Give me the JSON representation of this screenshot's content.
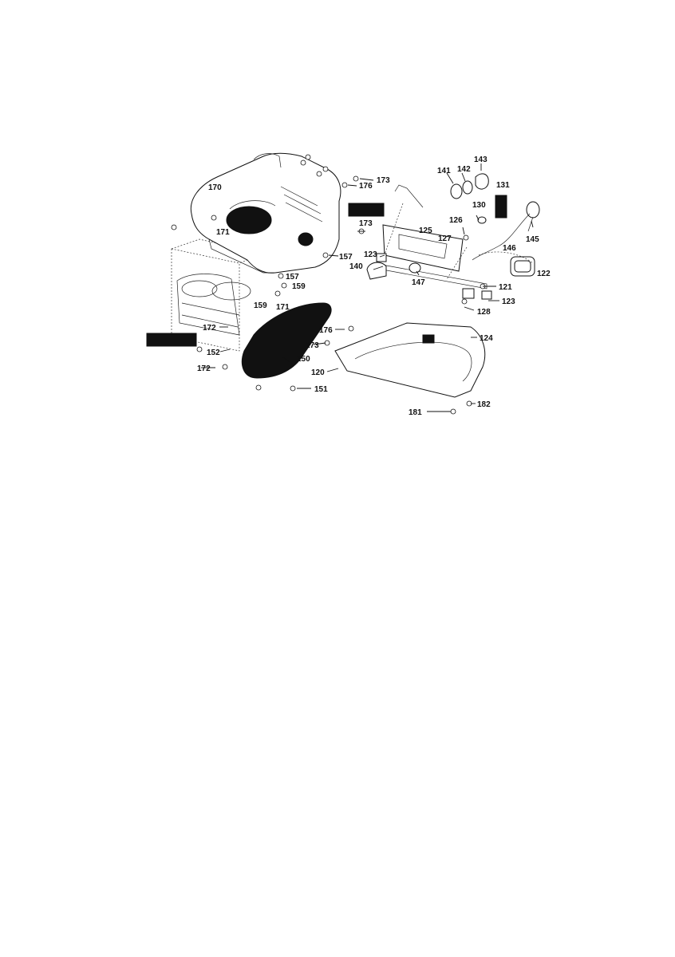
{
  "labels": {
    "l170": "170",
    "l171a": "171",
    "l171b": "171",
    "l173a": "173",
    "l173b": "173",
    "l173c": "173",
    "l176a": "176",
    "l176b": "176",
    "l157a": "157",
    "l157b": "157",
    "l159a": "159",
    "l159b": "159",
    "l172a": "172",
    "l172b": "172",
    "l152": "152",
    "l150": "150",
    "l151": "151",
    "l141": "141",
    "l142": "142",
    "l143": "143",
    "l131": "131",
    "l130": "130",
    "l126": "126",
    "l127": "127",
    "l125": "125",
    "l123a": "123",
    "l123b": "123",
    "l140": "140",
    "l147": "147",
    "l145": "145",
    "l146": "146",
    "l122": "122",
    "l121": "121",
    "l128": "128",
    "l124": "124",
    "l120": "120",
    "l181": "181",
    "l182": "182"
  },
  "colors": {
    "ink": "#111111",
    "paper": "#ffffff"
  }
}
